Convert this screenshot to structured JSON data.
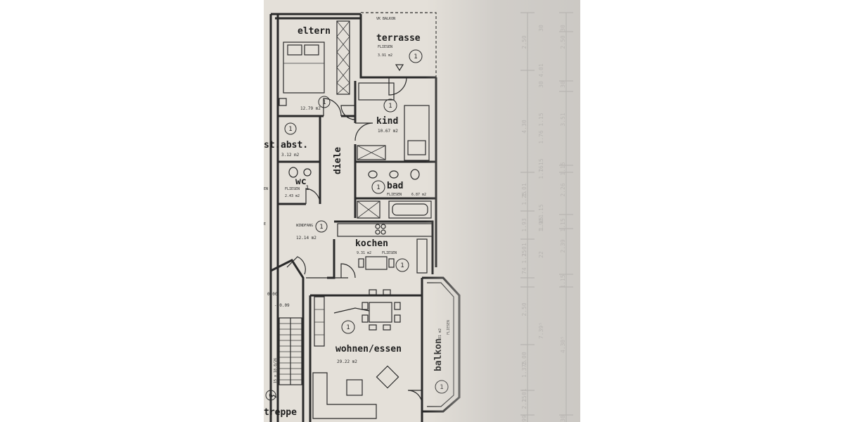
{
  "rooms": {
    "eltern": {
      "name": "eltern",
      "area": "12.79 m2",
      "marker": "1"
    },
    "terrasse": {
      "name": "terrasse",
      "floor": "FLIESEN",
      "area": "3.91 m2",
      "marker": "1",
      "note": "VK BALKON"
    },
    "kind": {
      "name": "kind",
      "area": "10.67 m2",
      "marker": "1"
    },
    "abst": {
      "name": "abst.",
      "area": "3.12 m2",
      "marker": "1"
    },
    "diele": {
      "name": "diele"
    },
    "wc": {
      "name": "wc",
      "floor": "FLIESEN",
      "area": "2.43 m2",
      "marker": "1"
    },
    "bad": {
      "name": "bad",
      "floor": "FLIESEN",
      "area": "6.87 m2",
      "marker": "1"
    },
    "windfang": {
      "name": "WINDFANG",
      "area": "12.14 m2",
      "marker": "1"
    },
    "kochen": {
      "name": "kochen",
      "area": "9.31 m2",
      "floor": "FLIESEN",
      "marker": "1"
    },
    "wohnen": {
      "name": "wohnen/essen",
      "area": "29.22 m2",
      "marker": "1"
    },
    "balkon": {
      "name": "balkon",
      "area": "3.81 m2",
      "floor": "FLIESEN",
      "marker": "1"
    },
    "treppe": {
      "name": "treppe",
      "steps": "15 x 18.8/26",
      "marker": "6"
    }
  },
  "levels": {
    "top": "0.00",
    "bottom": "- 0.09"
  },
  "left_labels": {
    "st": "st.",
    "en": "EN",
    "e": "E"
  },
  "dimensions": {
    "col1": [
      "2.50",
      "4.30",
      "1.01",
      "1.25",
      "1.93",
      "1.01",
      "1.25",
      "74",
      "2.50",
      "2.00",
      "1.375",
      "1.01",
      "2.25",
      "99"
    ],
    "col1_sup": [
      "30",
      "4.01",
      "30",
      "1.15",
      "1.76",
      "1.15",
      "1.76",
      "1.15",
      "1.90",
      "1.15",
      "22",
      "7.39⁵"
    ],
    "col2": [
      "30",
      "2.50",
      "30",
      "3.51",
      "1.15",
      "2.26",
      "1.15",
      "2.39",
      "1.15",
      "4.30⁵",
      "30"
    ]
  }
}
